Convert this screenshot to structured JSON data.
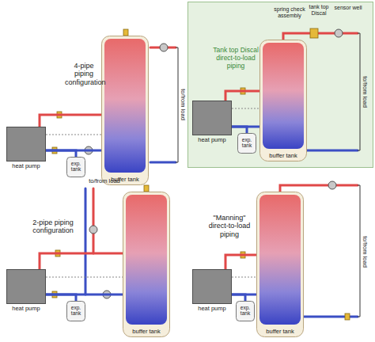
{
  "diagram": {
    "nodes": [
      {
        "text": [
          "heat pump"
        ]
      },
      {
        "text": [
          "exp. tank"
        ]
      },
      {
        "text": [
          "buffer tank"
        ]
      },
      {
        "text": [
          "Tank top Discal direct-to-load piping"
        ]
      },
      {
        "text": [
          "heat pump"
        ],
        "in": 3
      },
      {
        "text": [
          "exp. tank"
        ],
        "in": 3
      },
      {
        "text": [
          "buffer tank"
        ],
        "in": 3
      },
      {
        "text": [
          "heat pump"
        ]
      },
      {
        "text": [
          "exp. tank"
        ]
      },
      {
        "text": [
          "buffer tank"
        ]
      },
      {
        "text": [
          "heat pump"
        ]
      },
      {
        "text": [
          "exp. tank"
        ]
      },
      {
        "text": [
          "buffer tank"
        ]
      }
    ],
    "edges": [
      {
        "from": 0,
        "to": 2,
        "arrow": "none"
      },
      {
        "from": 2,
        "to": 0,
        "arrow": "none"
      },
      {
        "from": 1,
        "to": 0,
        "arrow": "none"
      },
      {
        "from": 4,
        "to": 6,
        "arrow": "none"
      },
      {
        "from": 6,
        "to": 4,
        "arrow": "none"
      },
      {
        "from": 5,
        "to": 4,
        "arrow": "none"
      },
      {
        "from": 7,
        "to": 9,
        "arrow": "none"
      },
      {
        "from": 9,
        "to": 7,
        "arrow": "none"
      },
      {
        "from": 8,
        "to": 7,
        "arrow": "none"
      },
      {
        "from": 10,
        "to": 12,
        "arrow": "none"
      },
      {
        "from": 12,
        "to": 10,
        "arrow": "none"
      },
      {
        "from": 11,
        "to": 10,
        "arrow": "none"
      }
    ],
    "labels": [
      "4-pipe piping configuration",
      "to/from load",
      "spring check assembly",
      "tank top Discal",
      "sensor well",
      "to/from load",
      "to/from load",
      "2-pipe piping configuration",
      "\"Manning\" direct-to-load piping",
      "to/from load"
    ]
  }
}
